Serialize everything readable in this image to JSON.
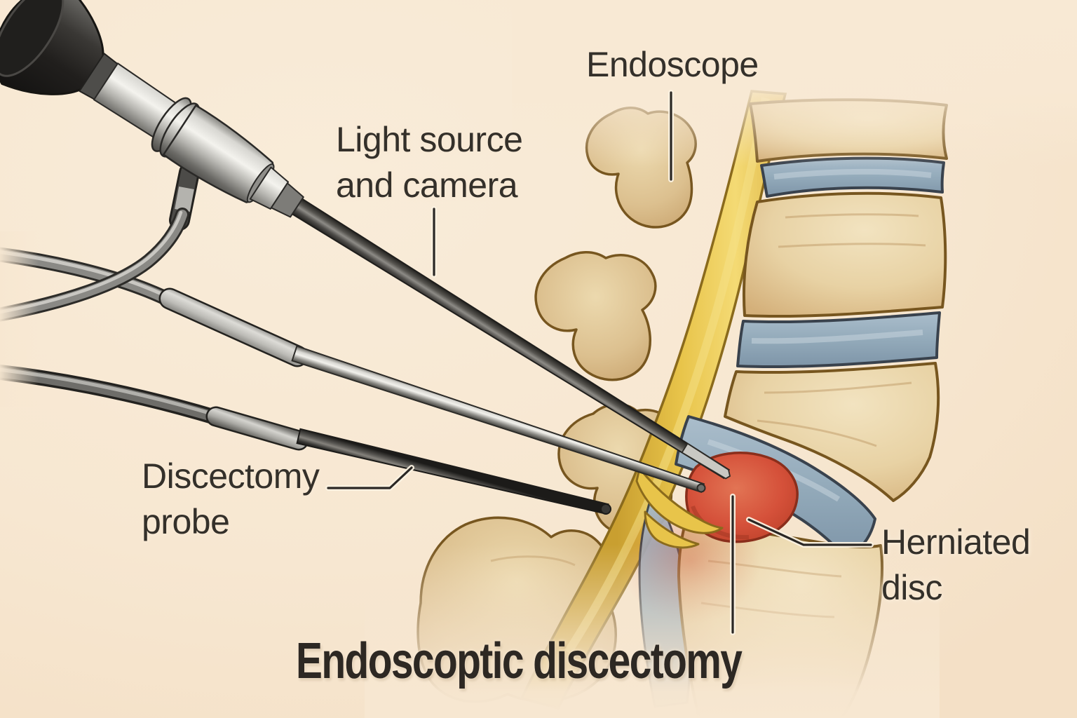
{
  "illustration": {
    "title": "Endoscoptic discectomy",
    "labels": {
      "endoscope": "Endoscope",
      "light_source_camera": "Light source\nand camera",
      "discectomy_probe": "Discectomy\nprobe",
      "herniated_disc": "Herniated\ndisc"
    },
    "colors": {
      "background": "#f7e7d1",
      "bone": "#e8d2a4",
      "disc_blue": "#93aaba",
      "nerve_yellow": "#e8c44a",
      "herniation_red": "#d5513a",
      "metal_gray": "#b4b3ae",
      "ink": "#34302a"
    }
  }
}
